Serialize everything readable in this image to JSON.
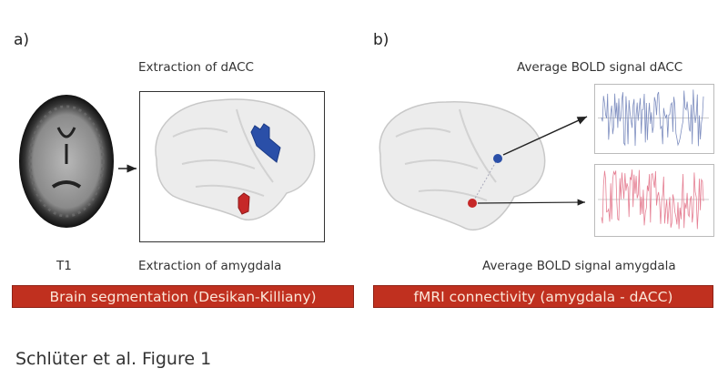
{
  "panel_a": {
    "label": "a)",
    "top_caption": "Extraction of dACC",
    "mri_caption": "T1",
    "bottom_caption": "Extraction of amygdala",
    "banner": "Brain segmentation (Desikan-Killiany)"
  },
  "panel_b": {
    "label": "b)",
    "top_caption": "Average BOLD signal dACC",
    "bottom_caption": "Average BOLD signal amygdala",
    "banner": "fMRI connectivity (amygdala - dACC)"
  },
  "figure_caption": "Schlüter et al. Figure 1",
  "colors": {
    "banner": "#c0301f",
    "dacc": "#2a4fa8",
    "amygdala": "#c62828",
    "dacc_signal": "#7f8fc0",
    "amygdala_signal": "#e57f93"
  }
}
